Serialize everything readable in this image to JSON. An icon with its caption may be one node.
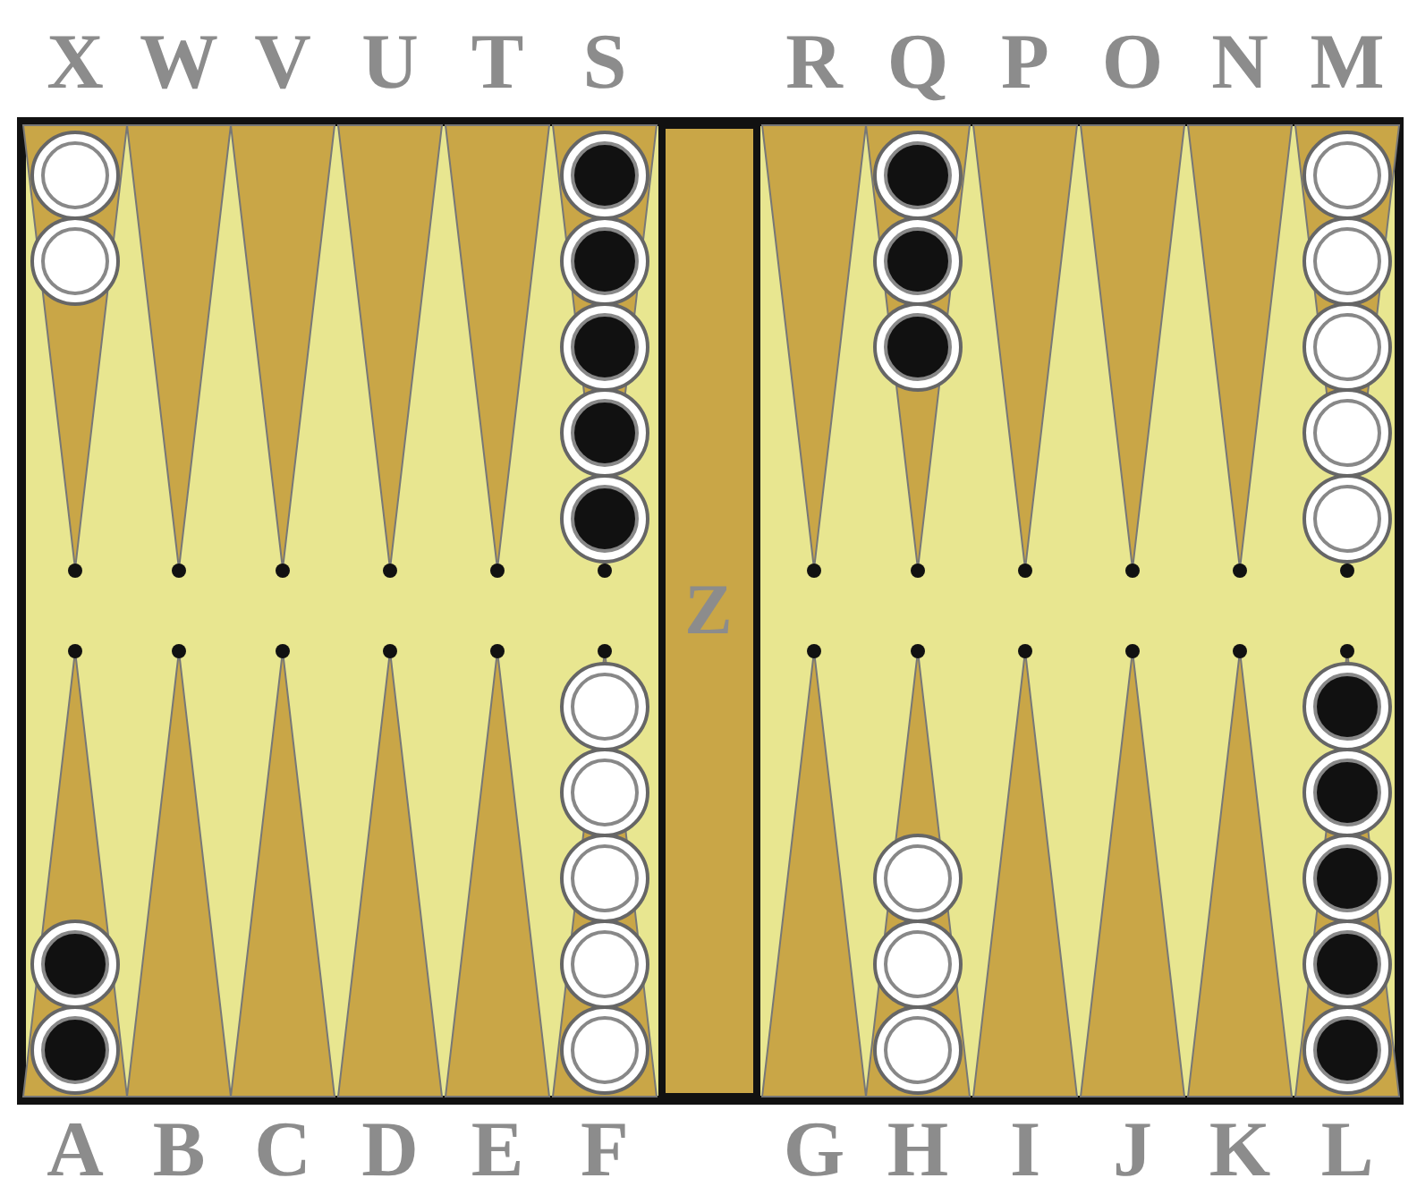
{
  "diagram": {
    "labels": [
      "X",
      "W",
      "V",
      "U",
      "T",
      "S",
      "R",
      "Q",
      "P",
      "O",
      "N",
      "M",
      "A",
      "B",
      "C",
      "D",
      "E",
      "F",
      "G",
      "H",
      "I",
      "J",
      "K",
      "L",
      "Z"
    ]
  }
}
